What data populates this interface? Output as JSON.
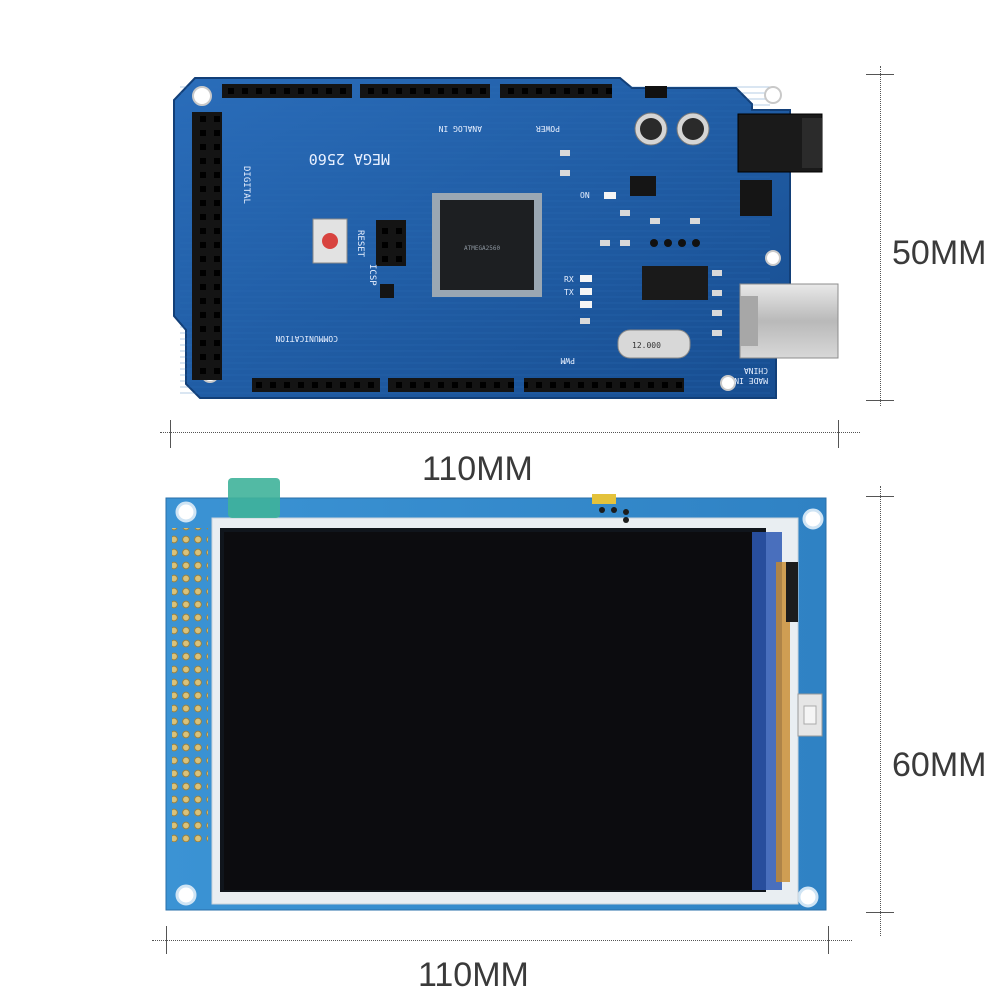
{
  "dimensions": {
    "mega_height": "50MM",
    "mega_width": "110MM",
    "lcd_height": "60MM",
    "lcd_width": "110MM"
  },
  "board": {
    "model_label": "MEGA 2560",
    "reset_label": "RESET",
    "icsp_label": "ICSP",
    "analog_in_label": "ANALOG IN",
    "power_label": "POWER",
    "digital_label": "DIGITAL",
    "communication_label": "COMMUNICATION",
    "pwm_label": "PWM",
    "made_in_label": "MADE IN",
    "china_label": "CHINA",
    "on_label": "ON",
    "tx_label": "TX",
    "rx_label": "RX",
    "crystal_label": "12.000",
    "chip_label": "ATMEGA2560"
  },
  "colors": {
    "pcb_blue": "#1f5ea8",
    "lcd_pcb": "#3a8fd0",
    "screen": "#0c0c0f",
    "header": "#111111"
  }
}
